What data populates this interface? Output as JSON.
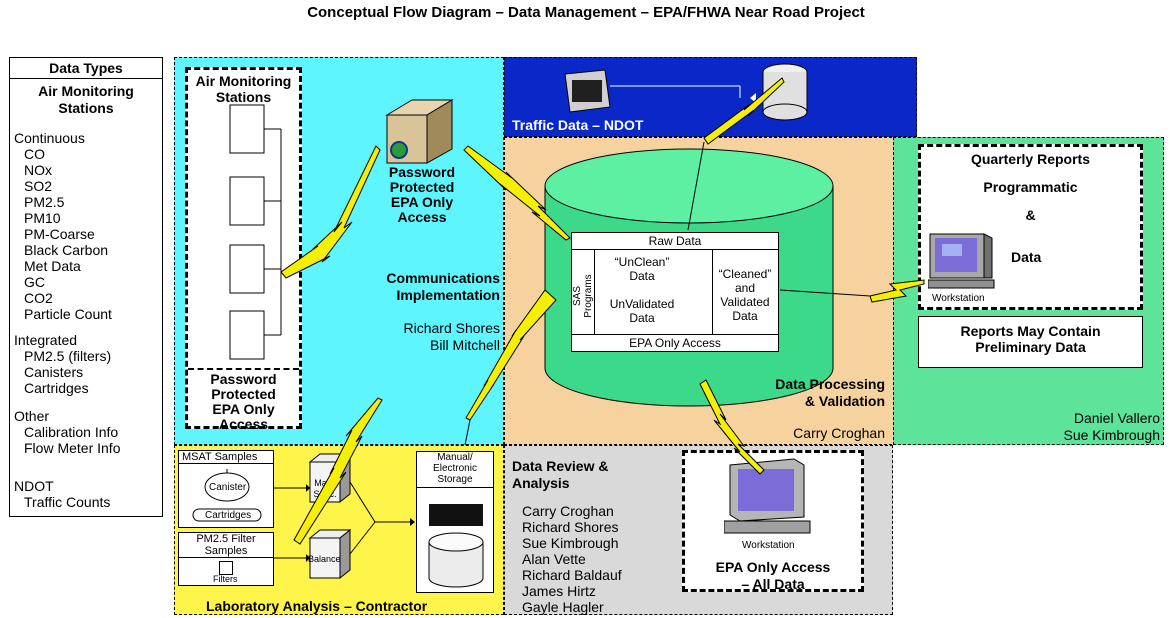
{
  "title": "Conceptual Flow Diagram – Data Management – EPA/FHWA Near Road Project",
  "data_types": {
    "header": "Data Types",
    "stations_title": [
      "Air Monitoring",
      "Stations"
    ],
    "continuous_label": "Continuous",
    "continuous": [
      "CO",
      "NOx",
      "SO2",
      "PM2.5",
      "PM10",
      "PM-Coarse",
      "Black Carbon",
      "Met Data",
      "GC",
      "CO2",
      "Particle Count"
    ],
    "integrated_label": "Integrated",
    "integrated": [
      "PM2.5 (filters)",
      "Canisters",
      "Cartridges"
    ],
    "other_label": "Other",
    "other": [
      "Calibration Info",
      "Flow Meter Info"
    ],
    "ndot_label": "NDOT",
    "ndot": [
      "Traffic Counts"
    ]
  },
  "comm": {
    "stations_box": [
      "Air Monitoring",
      "Stations"
    ],
    "password_bottom": [
      "Password",
      "Protected",
      "EPA Only",
      "Access"
    ],
    "server_caption": [
      "Password",
      "Protected",
      "EPA Only",
      "Access"
    ],
    "section_title": [
      "Communications",
      "Implementation"
    ],
    "people": [
      "Richard Shores",
      "Bill Mitchell"
    ]
  },
  "traffic": {
    "label": "Traffic Data – NDOT"
  },
  "processing": {
    "raw_data": "Raw Data",
    "sas_programs": "SAS Programs",
    "unclean": [
      "“UnClean”",
      "Data"
    ],
    "unvalidated": [
      "UnValidated",
      "Data"
    ],
    "cleaned": [
      "“Cleaned”",
      "and Validated",
      "Data"
    ],
    "epa_only": "EPA Only Access",
    "section_title": [
      "Data Processing",
      "& Validation"
    ],
    "person": "Carry Croghan"
  },
  "reports": {
    "quarterly": "Quarterly Reports",
    "programmatic": "Programmatic",
    "amp": "&",
    "data": "Data",
    "workstation": "Workstation",
    "preliminary": [
      "Reports May Contain",
      "Preliminary Data"
    ],
    "people": [
      "Daniel Vallero",
      "Sue Kimbrough"
    ]
  },
  "lab": {
    "msat": "MSAT Samples",
    "canister": "Canister",
    "cartridges": "Cartridges",
    "pm_filter": [
      "PM2.5 Filter",
      "Samples"
    ],
    "filters": "Filters",
    "mass_spec": [
      "Mass",
      "Spec."
    ],
    "balance": "Balance",
    "storage": [
      "Manual/",
      "Electronic",
      "Storage"
    ],
    "section_title": "Laboratory Analysis – Contractor"
  },
  "review": {
    "section_title": [
      "Data Review &",
      "Analysis"
    ],
    "people": [
      "Carry Croghan",
      "Richard Shores",
      "Sue Kimbrough",
      "Alan Vette",
      "Richard Baldauf",
      "James Hirtz",
      "Gayle Hagler"
    ],
    "workstation": "Workstation",
    "access": [
      "EPA Only Access",
      "– All Data"
    ]
  },
  "colors": {
    "comm_panel": "#5ff5ff",
    "traffic_panel": "#0a28c8",
    "processing_panel": "#f6d29e",
    "reports_panel": "#5ee39a",
    "lab_panel": "#fff44a",
    "review_panel": "#d9d9d9",
    "cylinder": "#3dd98a",
    "lightning": "#f4f000"
  }
}
